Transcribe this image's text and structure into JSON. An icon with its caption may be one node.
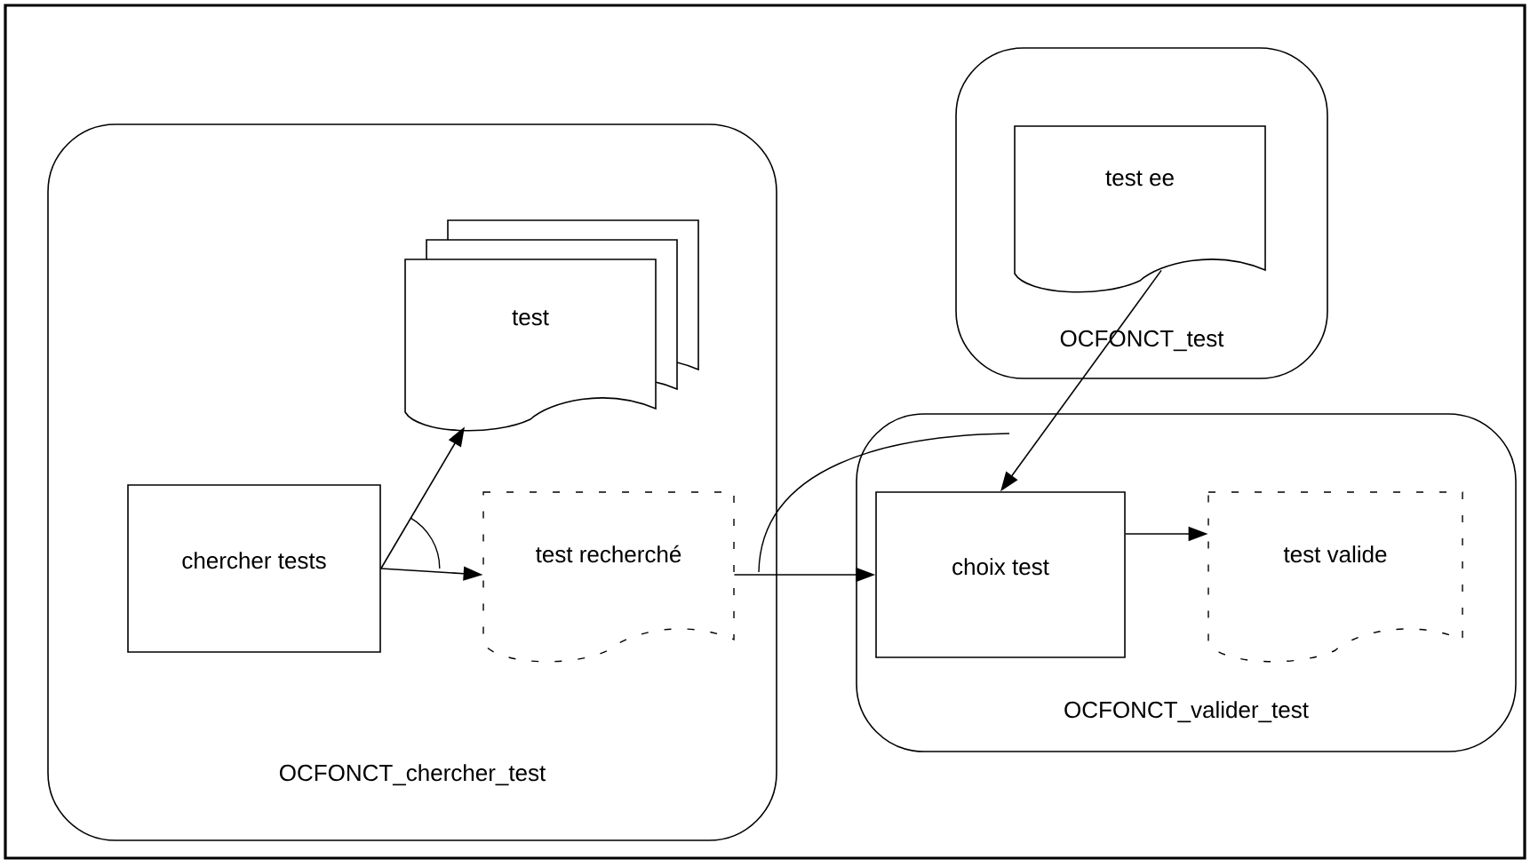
{
  "diagram": {
    "nodes": [
      {
        "text": [
          "OCFONCT_chercher_test"
        ]
      },
      {
        "text": [
          "chercher tests"
        ],
        "in": 0
      },
      {
        "text": [
          "test"
        ],
        "in": 0
      },
      {
        "text": [
          "test recherché"
        ],
        "in": 0
      },
      {
        "text": [
          "OCFONCT_test"
        ]
      },
      {
        "text": [
          "test ee"
        ],
        "in": 4
      },
      {
        "text": [
          "OCFONCT_valider_test"
        ]
      },
      {
        "text": [
          "choix test"
        ],
        "in": 6
      },
      {
        "text": [
          "test valide"
        ],
        "in": 6
      }
    ],
    "edges": [
      {
        "from": 1,
        "to": 2,
        "arrow": "to"
      },
      {
        "from": 1,
        "to": 3,
        "arrow": "to"
      },
      {
        "from": 3,
        "to": 7,
        "arrow": "to"
      },
      {
        "from": 5,
        "to": 7,
        "arrow": "to"
      },
      {
        "from": 7,
        "to": 8,
        "arrow": "to"
      }
    ]
  }
}
